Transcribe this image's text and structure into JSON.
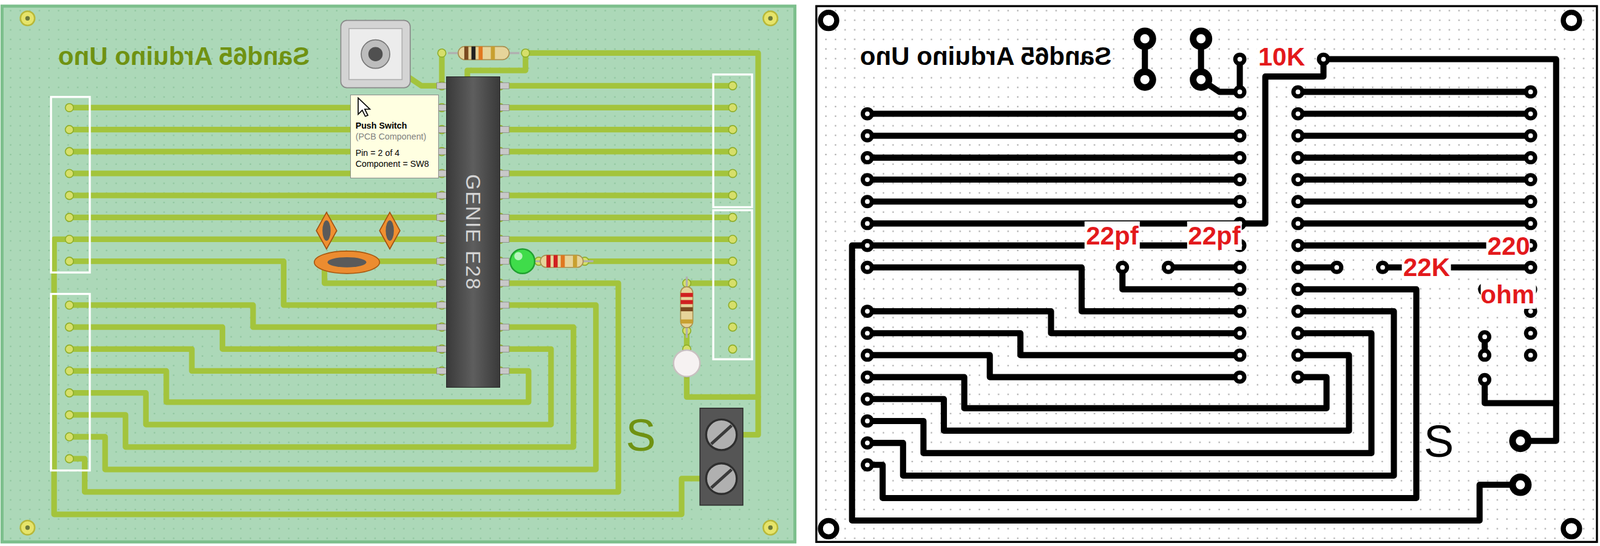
{
  "diagram": {
    "nodes": [
      {
        "text": [
          "Push Switch",
          "(PCB Component)",
          "Pin = 2 of 4",
          "Component = SW8"
        ]
      },
      {
        "text": [
          "GENIE E28"
        ]
      }
    ],
    "labels": [
      "Sand65 Arduino Uno",
      "S",
      "Sand65 Arduino Uno",
      "10K",
      "22pf",
      "22pf",
      "22K",
      "220 ohm",
      "S"
    ]
  }
}
